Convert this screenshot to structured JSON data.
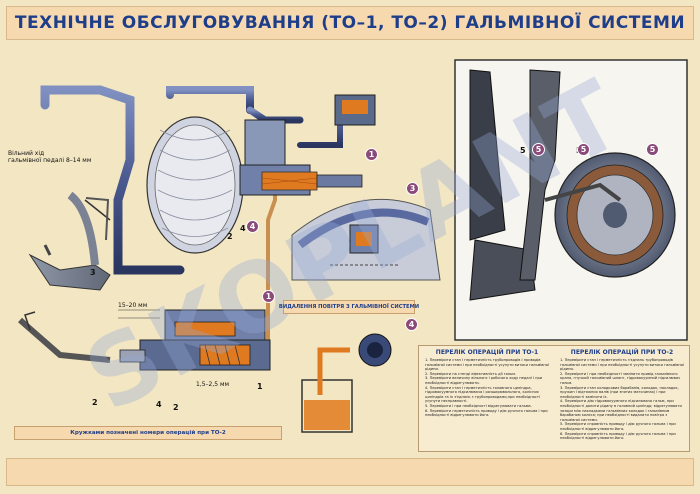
{
  "title": "ТЕХНІЧНЕ ОБСЛУГОВУВАННЯ (ТО–1, ТО–2) ГАЛЬМІВНОЇ СИСТЕМИ",
  "labels": {
    "free_play": "Вільний хід\nгальмівної педалі 8–14 мм",
    "gap_1": "15–20 мм",
    "gap_2": "1,5–2,5 мм",
    "num_1": "1",
    "num_2": "2",
    "num_3": "3",
    "num_4": "4",
    "num_5": "5"
  },
  "captions": {
    "air_removal": "ВИДАЛЕННЯ ПОВІТРЯ З ГАЛЬМІВНОЇ СИСТЕМИ",
    "cylinder_caption": "Кружками позначені номери операцій при ТО-2"
  },
  "to1": {
    "heading": "ПЕРЕЛІК ОПЕРАЦІЙ ПРИ ТО-1",
    "items": [
      "1. Перевірити стан і герметичність трубопроводів і приводів гальмівної системи і при необхідності усунути витоки гальмівної рідини.",
      "2. Перевірити на стенді ефективність дії гальм.",
      "3. Перевірити величину вільного і робочого ходу педалі і при необхідності відрегулювати.",
      "4. Перевірити стан і герметичність головного циліндра, гідровакуумного підсилювача і розширювального, колісних циліндрів та їх з'єднань з трубопроводами,при необхідності усунути несправності.",
      "5. Перевірити і при необхідності відрегулювати гальма.",
      "6. Перевірити герметичність приводу і дію ручного гальма і при необхідності відрегулювати його."
    ]
  },
  "to2": {
    "heading": "ПЕРЕЛІК ОПЕРАЦІЙ ПРИ ТО-2",
    "items": [
      "1. Перевірити стан і герметичність з'єднань трубопроводів гальмівної системи і при необхідності усунути витоки гальмівної рідини.",
      "2. Перевірити і при необхідності замінити привід гальмівного крана, гнучкий гальмівний шланг, гідровакуумний підсилювач гальм.",
      "3. Перевірити стан колодкових барабанів, колодок, накладок, пружин і відтяжних валів (при знятих маточинах) і при необхідності замінити їх.",
      "4. Перевірити дію гідровакуумного підсилювача гальм, при необхідності долити рідину в головний циліндр; відрегулювати зазори між накладками гальмівних колодок і гальмівним барабаном колеса; при необхідності видалити повітря з гальмівної системи.",
      "5. Перевірити справність приводу і дію ручного гальма і при необхідності відрегулювати його.",
      "6. Перевірити справність приводу і дію ручного гальма і при необхідності відрегулювати його."
    ]
  },
  "watermark": "SKOPLANT",
  "colors": {
    "title_text": "#1e3e8a",
    "title_bg": "#f7d9b0",
    "pipe": "#5a6a9a",
    "fluid": "#e07a20",
    "badge": "#8a4a7a"
  }
}
